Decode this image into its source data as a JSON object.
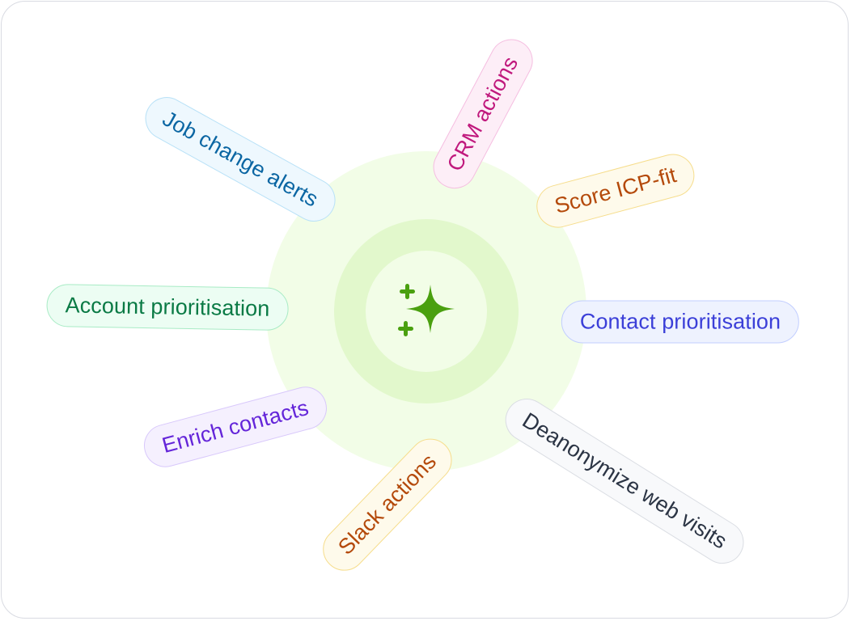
{
  "hub": {
    "icon": "sparkles-icon",
    "icon_color": "#4aa00f"
  },
  "labels": {
    "job_change_alerts": "Job change alerts",
    "crm_actions": "CRM actions",
    "score_icp_fit": "Score ICP-fit",
    "account_prioritisation": "Account prioritisation",
    "contact_prioritisation": "Contact prioritisation",
    "enrich_contacts": "Enrich contacts",
    "slack_actions": "Slack actions",
    "deanonymize_web_visits": "Deanonymize web visits"
  },
  "colors": {
    "ring_outer": "#f2fde7",
    "ring_mid": "#e2f8cc",
    "job_change_alerts": "#0b66a3",
    "crm_actions": "#c0197d",
    "score_icp_fit": "#b4490a",
    "account_prioritisation": "#0a7a45",
    "contact_prioritisation": "#3b3fd8",
    "enrich_contacts": "#6425d9",
    "slack_actions": "#b4490a",
    "deanonymize_web_visits": "#2b3444"
  }
}
